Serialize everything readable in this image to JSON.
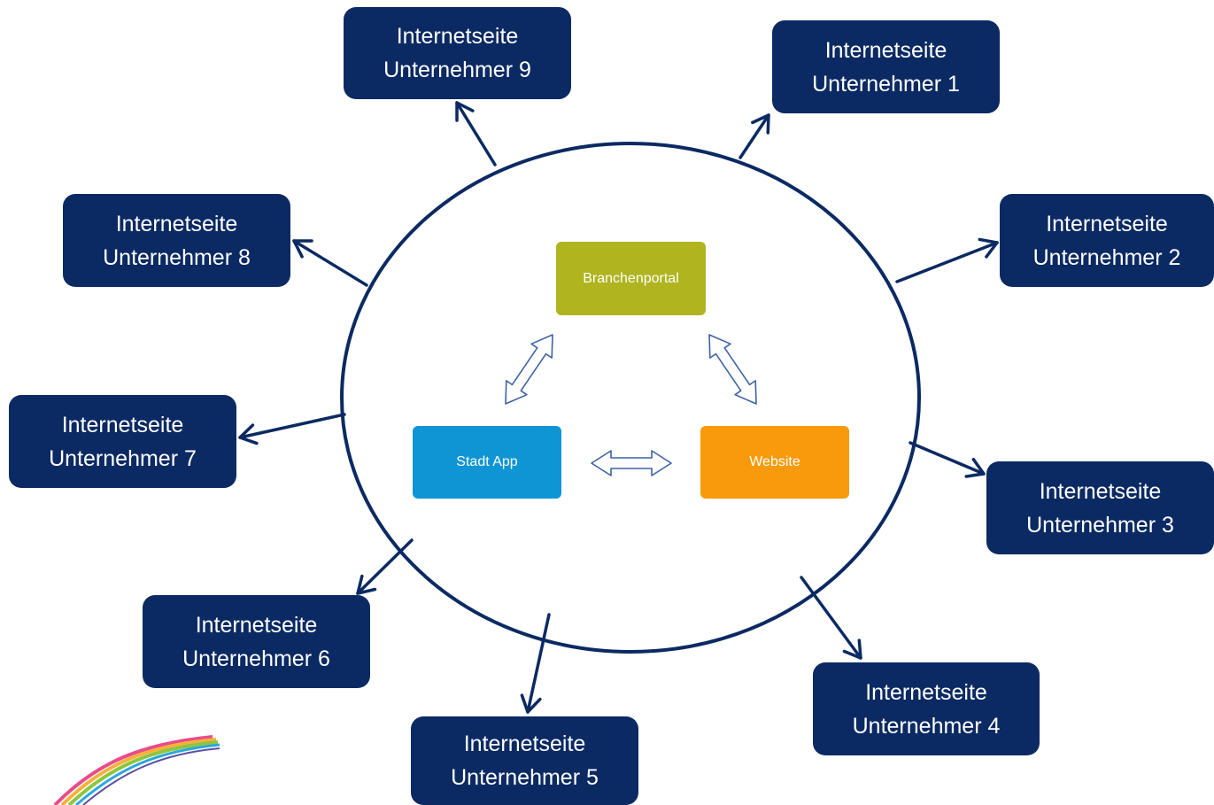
{
  "colors": {
    "node_fill": "#0b2a63",
    "ring_stroke": "#0b2a63",
    "branchenportal": "#afb41f",
    "stadt_app": "#0f95d4",
    "website": "#f89a0b",
    "double_arrow": "#3e62a6"
  },
  "center": {
    "branchenportal": "Branchenportal",
    "stadt_app": "Stadt App",
    "website": "Website"
  },
  "nodes": [
    {
      "id": "1",
      "line1": "Internetseite",
      "line2": "Unternehmer 1"
    },
    {
      "id": "2",
      "line1": "Internetseite",
      "line2": "Unternehmer 2"
    },
    {
      "id": "3",
      "line1": "Internetseite",
      "line2": "Unternehmer 3"
    },
    {
      "id": "4",
      "line1": "Internetseite",
      "line2": "Unternehmer 4"
    },
    {
      "id": "5",
      "line1": "Internetseite",
      "line2": "Unternehmer 5"
    },
    {
      "id": "6",
      "line1": "Internetseite",
      "line2": "Unternehmer 6"
    },
    {
      "id": "7",
      "line1": "Internetseite",
      "line2": "Unternehmer 7"
    },
    {
      "id": "8",
      "line1": "Internetseite",
      "line2": "Unternehmer 8"
    },
    {
      "id": "9",
      "line1": "Internetseite",
      "line2": "Unternehmer 9"
    }
  ],
  "edges": [
    {
      "from": "portal",
      "to": "1"
    },
    {
      "from": "portal",
      "to": "2"
    },
    {
      "from": "portal",
      "to": "3"
    },
    {
      "from": "portal",
      "to": "4"
    },
    {
      "from": "portal",
      "to": "5"
    },
    {
      "from": "portal",
      "to": "6"
    },
    {
      "from": "portal",
      "to": "7"
    },
    {
      "from": "portal",
      "to": "8"
    },
    {
      "from": "portal",
      "to": "9"
    },
    {
      "from": "branchenportal",
      "to": "stadt_app",
      "bidirectional": true
    },
    {
      "from": "branchenportal",
      "to": "website",
      "bidirectional": true
    },
    {
      "from": "stadt_app",
      "to": "website",
      "bidirectional": true
    }
  ]
}
